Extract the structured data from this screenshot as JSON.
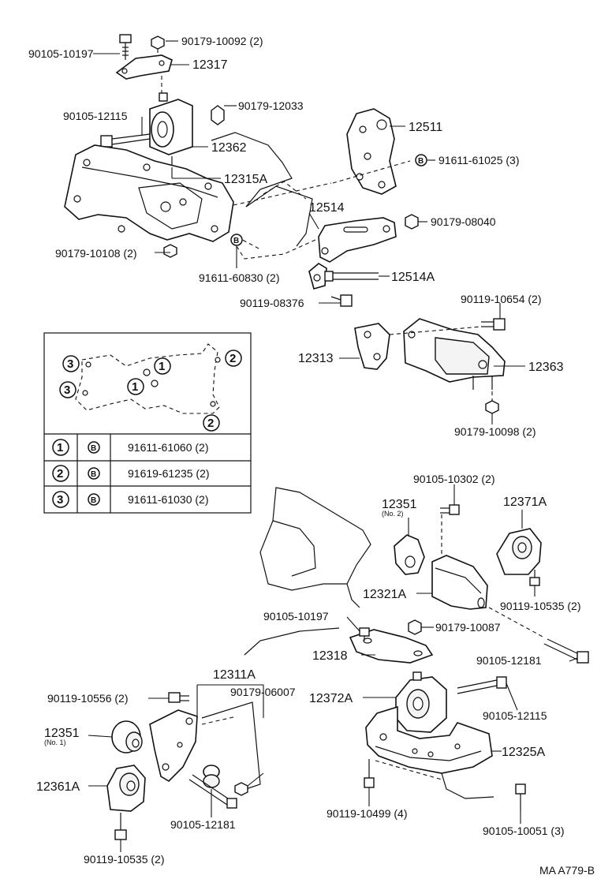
{
  "labels": {
    "p90105_10197_top": "90105-10197",
    "p90179_10092": "90179-10092 (2)",
    "p12317": "12317",
    "p90105_12115_top": "90105-12115",
    "p90179_12033": "90179-12033",
    "p12362": "12362",
    "p12315A": "12315A",
    "p12511": "12511",
    "p91611_61025": "91611-61025 (3)",
    "p12514": "12514",
    "p90179_08040": "90179-08040",
    "p90179_10108": "90179-10108 (2)",
    "p91611_60830": "91611-60830 (2)",
    "p12514A": "12514A",
    "p90119_08376": "90119-08376",
    "p90119_10654": "90119-10654 (2)",
    "p12313": "12313",
    "p12363": "12363",
    "p90179_10098": "90179-10098 (2)",
    "p90105_10302": "90105-10302 (2)",
    "p12351_no2": "12351",
    "p12351_no2_sub": "(No. 2)",
    "p12371A": "12371A",
    "p12321A": "12321A",
    "p90119_10535_right": "90119-10535 (2)",
    "p90105_10197_mid": "90105-10197",
    "p90179_10087": "90179-10087",
    "p12318": "12318",
    "p90105_12181_right": "90105-12181",
    "p12311A": "12311A",
    "p90179_06007": "90179-06007",
    "p12372A": "12372A",
    "p90119_10556": "90119-10556 (2)",
    "p90105_12115_bot": "90105-12115",
    "p12351_no1": "12351",
    "p12351_no1_sub": "(No. 1)",
    "p12325A": "12325A",
    "p12361A": "12361A",
    "p90105_12181_bot": "90105-12181",
    "p90119_10499": "90119-10499 (4)",
    "p90105_10051": "90105-10051 (3)",
    "p90119_10535_bot": "90119-10535 (2)",
    "ref_code": "MA A779-B",
    "b_marker": "B"
  },
  "legend": {
    "diagram_numbers": [
      "3",
      "1",
      "2",
      "3",
      "1",
      "2"
    ],
    "rows": [
      {
        "num": "1",
        "mark": "B",
        "part": "91611-61060 (2)"
      },
      {
        "num": "2",
        "mark": "B",
        "part": "91619-61235 (2)"
      },
      {
        "num": "3",
        "mark": "B",
        "part": "91611-61030 (2)"
      }
    ]
  }
}
